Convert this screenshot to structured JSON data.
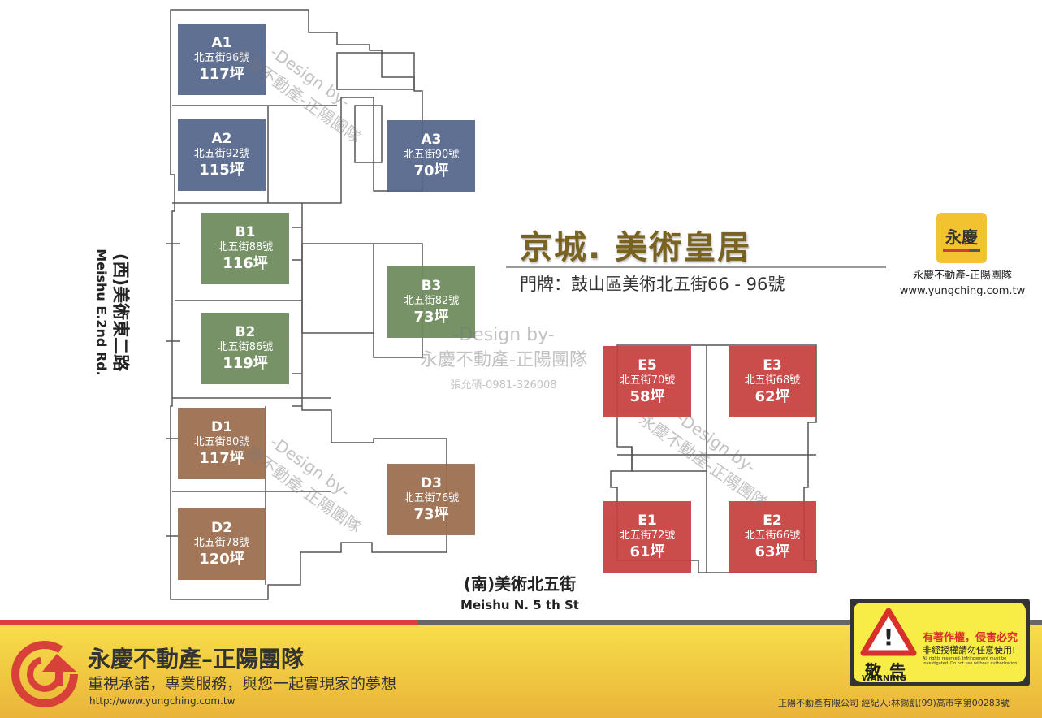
{
  "units": [
    {
      "id": "A1",
      "addr": "北五街96號",
      "size": "117坪"
    },
    {
      "id": "A2",
      "addr": "北五街92號",
      "size": "115坪"
    },
    {
      "id": "A3",
      "addr": "北五街90號",
      "size": "70坪"
    },
    {
      "id": "B1",
      "addr": "北五街88號",
      "size": "116坪"
    },
    {
      "id": "B2",
      "addr": "北五街86號",
      "size": "119坪"
    },
    {
      "id": "B3",
      "addr": "北五街82號",
      "size": "73坪"
    },
    {
      "id": "D1",
      "addr": "北五街80號",
      "size": "117坪"
    },
    {
      "id": "D2",
      "addr": "北五街78號",
      "size": "120坪"
    },
    {
      "id": "D3",
      "addr": "北五街76號",
      "size": "73坪"
    },
    {
      "id": "E5",
      "addr": "北五街70號",
      "size": "58坪"
    },
    {
      "id": "E3",
      "addr": "北五街68號",
      "size": "62坪"
    },
    {
      "id": "E1",
      "addr": "北五街72號",
      "size": "61坪"
    },
    {
      "id": "E2",
      "addr": "北五街66號",
      "size": "63坪"
    }
  ],
  "colors": {
    "A": "#55668a",
    "B": "#6c8a5b",
    "D": "#9c6c4c",
    "E": "#c7403f"
  },
  "watermark": {
    "line1": "-Design by-",
    "line2": "永慶不動產-正陽團隊",
    "line3": "張允碩-0981-326008"
  },
  "project": {
    "title": "京城. 美術皇居",
    "address": "門牌：鼓山區美術北五街66 - 96號"
  },
  "brand": {
    "logo_text": "永慶",
    "name": "永慶不動產-正陽團隊",
    "url": "www.yungching.com.tw"
  },
  "streets": {
    "west_zh": "(西)美術東二路",
    "west_en": "Meishu E.2nd Rd.",
    "south_zh": "(南)美術北五街",
    "south_en": "Meishu N. 5 th St"
  },
  "banner": {
    "title": "永慶不動產–正陽團隊",
    "slogan": "重視承諾，專業服務，與您一起實現家的夢想",
    "url": "http://www.yungching.com.tw",
    "footer": "正陽不動產有限公司  經紀人:林錫凱(99)高市字第00283號"
  },
  "warning": {
    "line1": "有著作權，侵害必究",
    "line2": "非經授權請勿任意使用!",
    "line3": "All rights reserved. Infringement must be investigated. Do not use without authorization",
    "title": "敬告",
    "title_en": "WARNING"
  }
}
